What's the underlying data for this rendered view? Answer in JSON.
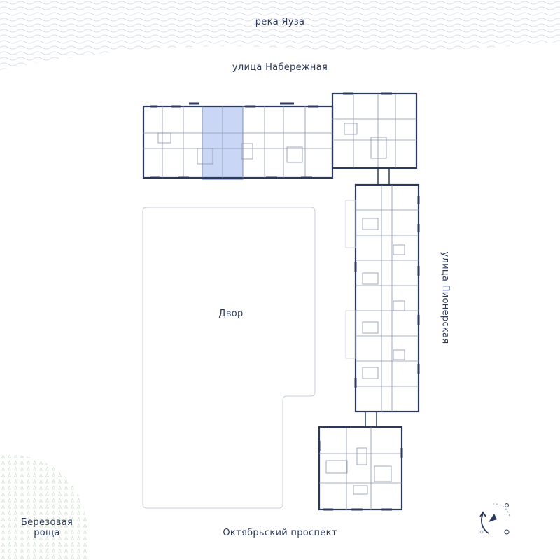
{
  "labels": {
    "river": "река Яуза",
    "street_north": "улица Набережная",
    "street_east": "улица Пионерская",
    "street_south": "Октябрьский проспект",
    "yard": "Двор",
    "grove_line1": "Березовая",
    "grove_line2": "роща"
  },
  "selection": {
    "section_fill": "#c9d6f6",
    "section_stroke": "#5a76c9"
  },
  "colors": {
    "wall": "#2b3a5c",
    "thin_line": "#8a95ad",
    "river_wave": "#d8dee9",
    "grove_dot": "#d8ead8",
    "label": "#2b3a5c"
  },
  "icons": {
    "compass": "compass-rose-icon"
  }
}
